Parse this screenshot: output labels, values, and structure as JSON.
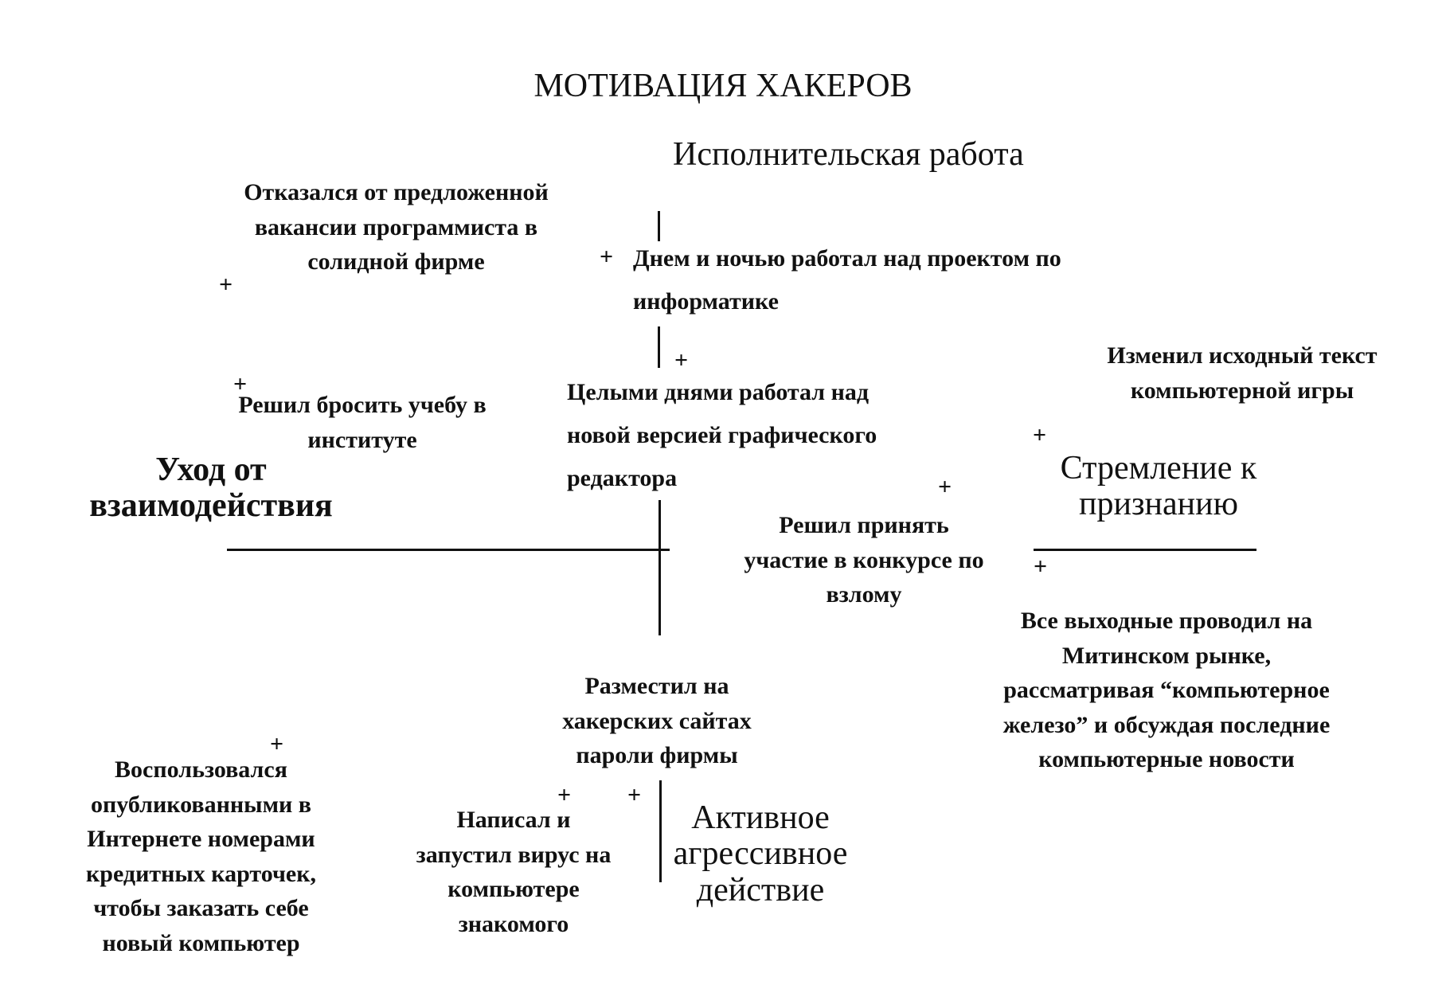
{
  "title": "МОТИВАЦИЯ ХАКЕРОВ",
  "axes": {
    "top": "Исполнительская работа",
    "left": [
      "Уход от",
      "взаимодействия"
    ],
    "right": [
      "Стремление к",
      "признанию"
    ],
    "bottom": [
      "Активное",
      "агрессивное",
      "действие"
    ]
  },
  "events": [
    {
      "lines": [
        "Отказался от предложенной",
        "вакансии программиста в",
        "солидной фирме"
      ]
    },
    {
      "lines": [
        "Днем и ночью работал над проектом по",
        "информатике"
      ]
    },
    {
      "lines": [
        "Изменил исходный текст",
        "компьютерной игры"
      ]
    },
    {
      "lines": [
        "Решил бросить учебу в",
        "институте"
      ]
    },
    {
      "lines": [
        "Целыми днями работал над",
        "новой версией графического",
        "редактора"
      ]
    },
    {
      "lines": [
        "Решил принять",
        "участие в конкурсе по",
        "взлому"
      ]
    },
    {
      "lines": [
        "Все выходные проводил на",
        "Митинском рынке,",
        "рассматривая “компьютерное",
        "железо” и обсуждая последние",
        "компьютерные новости"
      ]
    },
    {
      "lines": [
        "Разместил на",
        "хакерских сайтах",
        "пароли фирмы"
      ]
    },
    {
      "lines": [
        "Воспользовался",
        "опубликованными в",
        "Интернете номерами",
        "кредитных карточек,",
        "чтобы заказать себе",
        "новый компьютер"
      ]
    },
    {
      "lines": [
        "Написал и",
        "запустил вирус на",
        "компьютере",
        "знакомого"
      ]
    }
  ],
  "marker": "+"
}
